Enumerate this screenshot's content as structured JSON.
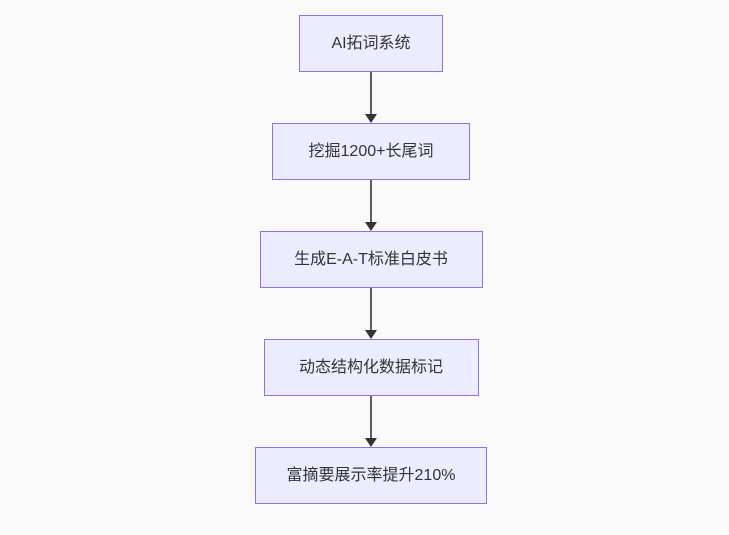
{
  "page": {
    "background": "#fafafa"
  },
  "chart_data": {
    "type": "flowchart",
    "orientation": "top-down",
    "node_fill": "#ECECFF",
    "node_border": "#9370DB",
    "text_color": "#333333",
    "arrow_line_color": "#5f5f5f",
    "arrowhead_color": "#333333",
    "nodes": [
      {
        "id": 0,
        "label": "AI拓词系统"
      },
      {
        "id": 1,
        "label": "挖掘1200+长尾词"
      },
      {
        "id": 2,
        "label": "生成E-A-T标准白皮书"
      },
      {
        "id": 3,
        "label": "动态结构化数据标记"
      },
      {
        "id": 4,
        "label": "富摘要展示率提升210%"
      }
    ],
    "edges": [
      {
        "from": 0,
        "to": 1
      },
      {
        "from": 1,
        "to": 2
      },
      {
        "from": 2,
        "to": 3
      },
      {
        "from": 3,
        "to": 4
      }
    ]
  }
}
